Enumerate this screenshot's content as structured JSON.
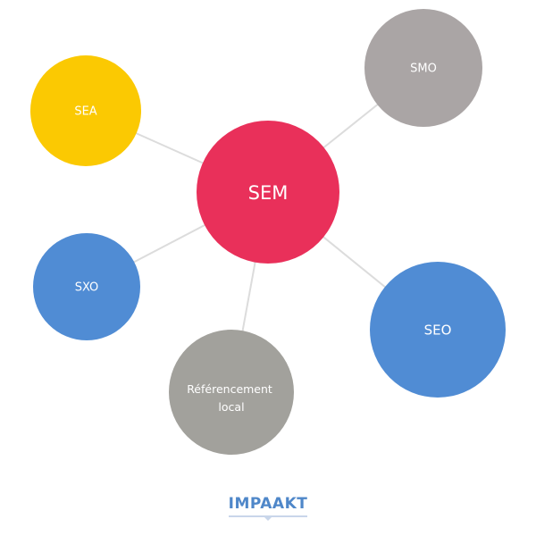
{
  "diagram": {
    "center": {
      "label": "SEM",
      "color": "#e9305a"
    },
    "nodes": [
      {
        "id": "sea",
        "label": "SEA",
        "color": "#fbc902"
      },
      {
        "id": "smo",
        "label": "SMO",
        "color": "#aaa5a5"
      },
      {
        "id": "sxo",
        "label": "SXO",
        "color": "#508cd4"
      },
      {
        "id": "seo",
        "label": "SEO",
        "color": "#508cd4"
      },
      {
        "id": "local",
        "label": "Référencement local",
        "color": "#a2a19c"
      }
    ],
    "connector_color": "#dcdcdc"
  },
  "brand": {
    "name": "IMPAAKT",
    "color": "#4f87c9"
  }
}
